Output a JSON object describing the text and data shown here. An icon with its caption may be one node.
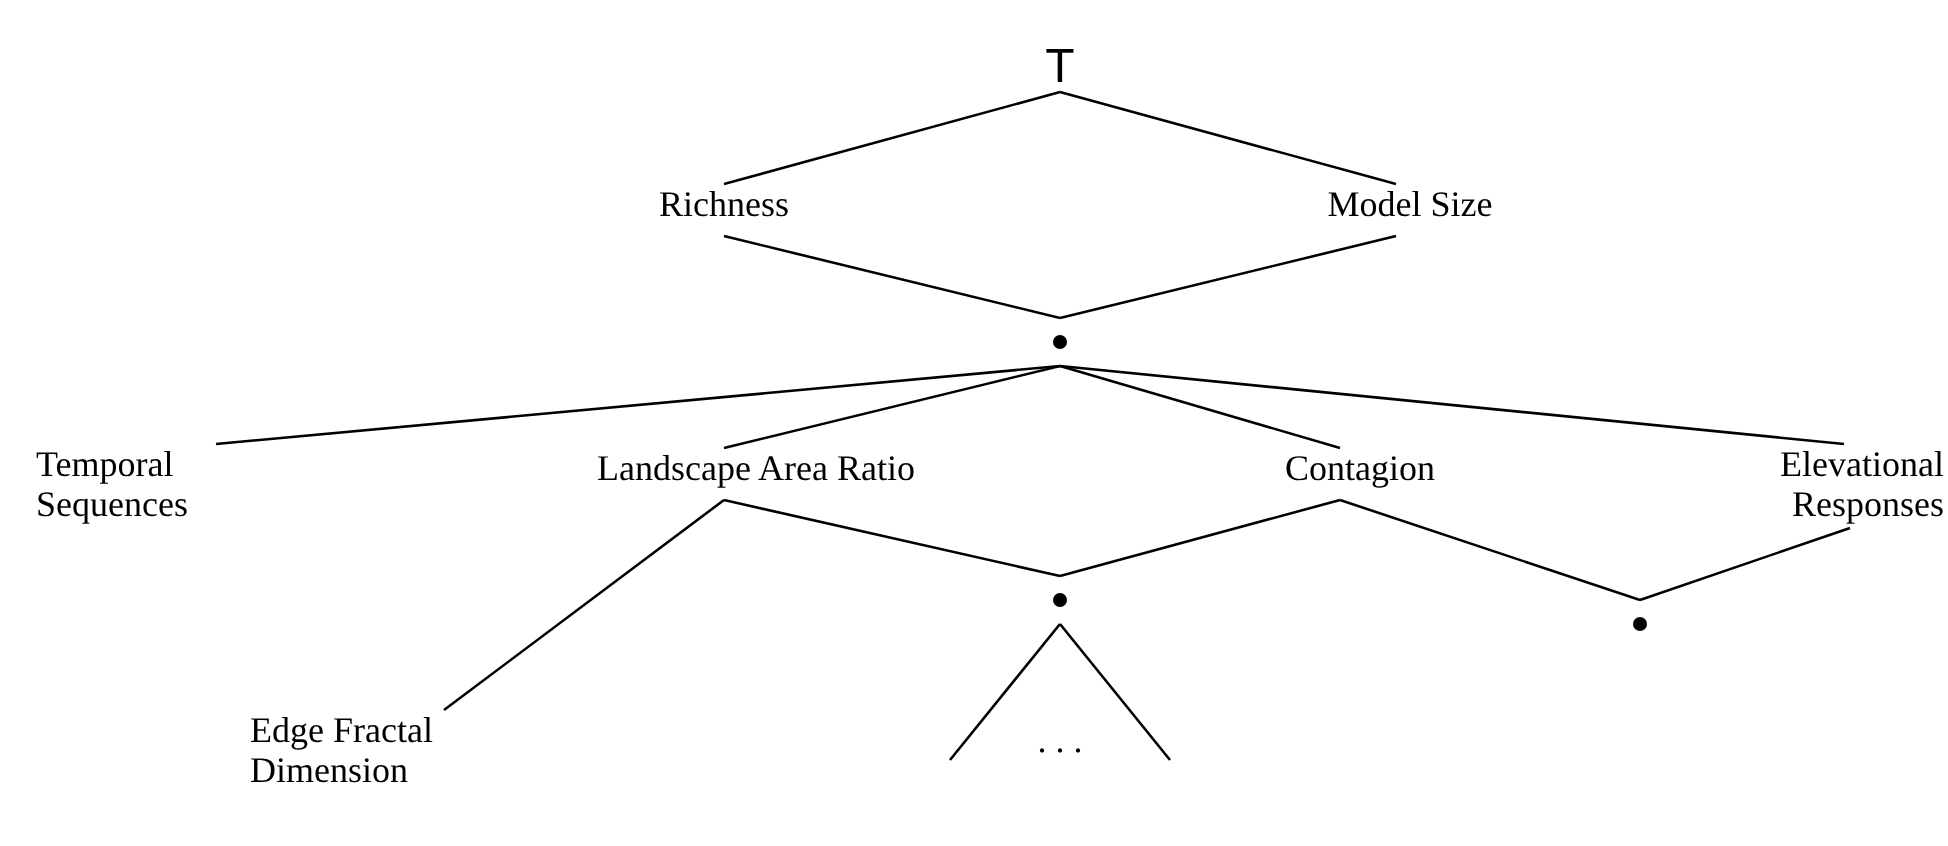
{
  "diagram": {
    "nodes": [
      {
        "text": [
          "T"
        ]
      },
      {
        "text": [
          "Richness"
        ]
      },
      {
        "text": [
          "Model Size"
        ]
      },
      {
        "text": [],
        "shape": "circle"
      },
      {
        "text": [
          "Temporal Sequences"
        ]
      },
      {
        "text": [
          "Landscape Area Ratio"
        ]
      },
      {
        "text": [
          "Contagion"
        ]
      },
      {
        "text": [
          "Elevational Responses"
        ]
      },
      {
        "text": [],
        "shape": "circle"
      },
      {
        "text": [],
        "shape": "circle"
      },
      {
        "text": [
          "Edge Fractal Dimension"
        ]
      }
    ],
    "edges": [
      {
        "from": 0,
        "to": 1,
        "arrow": "none"
      },
      {
        "from": 0,
        "to": 2,
        "arrow": "none"
      },
      {
        "from": 1,
        "to": 3,
        "arrow": "none"
      },
      {
        "from": 2,
        "to": 3,
        "arrow": "none"
      },
      {
        "from": 3,
        "to": 4,
        "arrow": "none"
      },
      {
        "from": 3,
        "to": 5,
        "arrow": "none"
      },
      {
        "from": 3,
        "to": 6,
        "arrow": "none"
      },
      {
        "from": 3,
        "to": 7,
        "arrow": "none"
      },
      {
        "from": 5,
        "to": 8,
        "arrow": "none"
      },
      {
        "from": 6,
        "to": 8,
        "arrow": "none"
      },
      {
        "from": 6,
        "to": 9,
        "arrow": "none"
      },
      {
        "from": 7,
        "to": 9,
        "arrow": "none"
      },
      {
        "from": 5,
        "to": 10,
        "arrow": "none"
      },
      {
        "from": 8,
        "to": null,
        "arrow": "none"
      },
      {
        "from": 8,
        "to": null,
        "arrow": "none"
      }
    ],
    "labels": [
      ". . ."
    ]
  }
}
